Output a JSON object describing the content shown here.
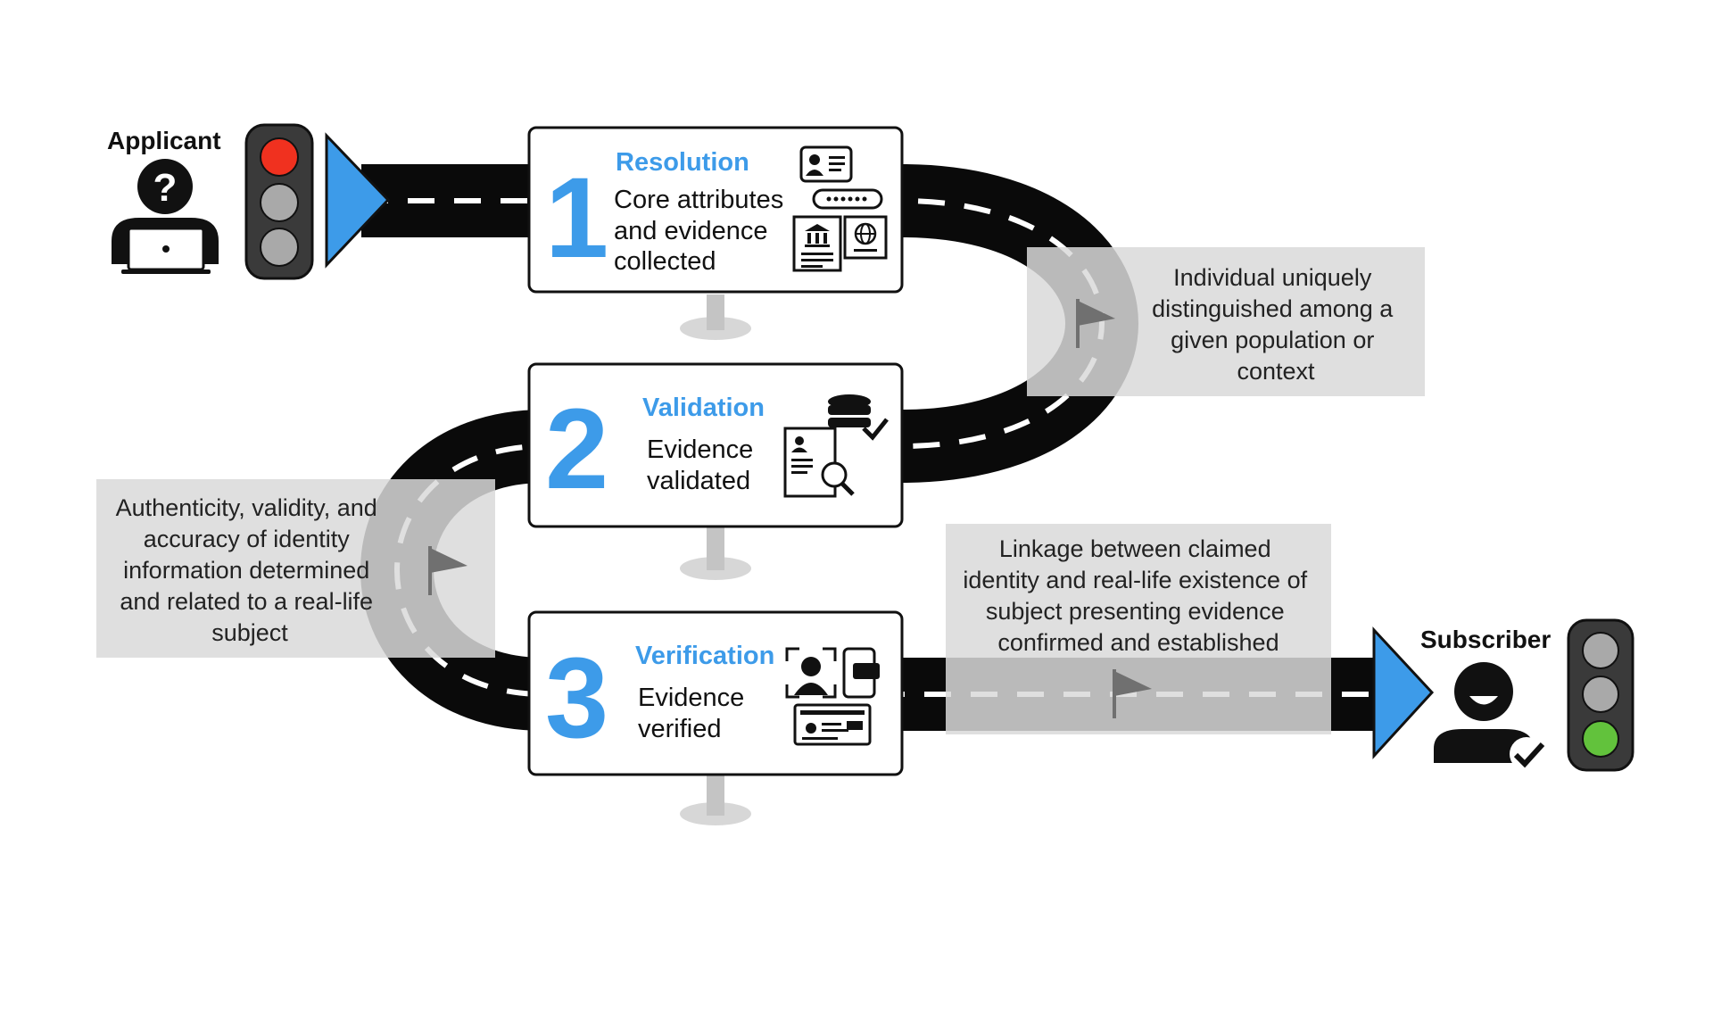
{
  "actors": {
    "applicant": {
      "label": "Applicant",
      "icon": "applicant-question-laptop-icon"
    },
    "subscriber": {
      "label": "Subscriber",
      "icon": "subscriber-check-icon"
    }
  },
  "traffic_lights": {
    "start": {
      "active": "red"
    },
    "end": {
      "active": "green"
    }
  },
  "steps": [
    {
      "number": "1",
      "title": "Resolution",
      "body": [
        "Core attributes",
        "and evidence",
        "collected"
      ]
    },
    {
      "number": "2",
      "title": "Validation",
      "body": [
        "Evidence",
        "validated"
      ]
    },
    {
      "number": "3",
      "title": "Verification",
      "body": [
        "Evidence",
        "verified"
      ]
    }
  ],
  "notes": {
    "resolution": [
      "Individual uniquely",
      "distinguished among a",
      "given population or",
      "context"
    ],
    "validation": [
      "Authenticity, validity, and",
      "accuracy of identity",
      "information determined",
      "and related to a real-life",
      "subject"
    ],
    "verification": [
      "Linkage between claimed",
      "identity and real-life existence of",
      "subject presenting evidence",
      "confirmed and established"
    ]
  },
  "colors": {
    "accent_blue": "#3d9be9",
    "road": "#0a0a0a",
    "road_dash": "#ffffff",
    "note_bg": "#d9d9d9",
    "light_red": "#f0311f",
    "light_green": "#62c23c",
    "light_off": "#a9a9a9"
  }
}
